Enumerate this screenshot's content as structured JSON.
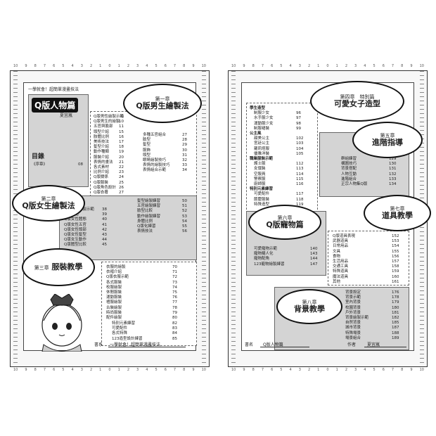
{
  "left_page": {
    "header": "一學就會！超簡單漫畫技法",
    "logo": "Q版人物篇",
    "logo_author": "夏宜嵐",
    "toc_label": "目錄",
    "preface": "《序章》",
    "preface_page": "08",
    "ch1_label": "第一章",
    "ch1_title": "Q版男生繪製法",
    "ch1_items": [
      "Q版男性繪製示範",
      "Q版男生的繪製",
      "五官與臉部",
      "頭型介紹",
      "肢體比例",
      "美術技法",
      "髮型介紹",
      "動作種類",
      "服裝介紹",
      "表情的畫法",
      "各式素材",
      "比例介紹",
      "Q版關係",
      "Q版服裝",
      "Q版角色設計",
      "Q版衣著"
    ],
    "ch1_pages": [
      "9",
      "10",
      "11",
      "15",
      "16",
      "17",
      "18",
      "19",
      "20",
      "21",
      "22",
      "23",
      "24",
      "25",
      "26",
      "27"
    ],
    "ch1_mid_items": [
      "多種五官組合",
      "臉型",
      "髮型",
      "服飾",
      "頭型",
      "眼睛繪製技巧",
      "表情的繪製技巧",
      "表情組合示範"
    ],
    "ch1_mid_pages": [
      "27",
      "28",
      "29",
      "30",
      "31",
      "32",
      "33",
      "34"
    ],
    "ch2_label": "第二章",
    "ch2_title": "Q版女生繪製法",
    "ch2_items": [
      "Q版女性繪製示範",
      "Q版介紹",
      "Q版女性體態",
      "Q版女性五官",
      "Q版女性頭部",
      "Q版女性髮型",
      "Q版女生動作",
      "Q版體型比較"
    ],
    "ch2_pages": [
      "38",
      "39",
      "40",
      "41",
      "42",
      "43",
      "44",
      "45"
    ],
    "ch2_right_items": [
      "髮型繪製練習",
      "五官繪製練習",
      "臉型比較",
      "動作繪製練習",
      "身體比例",
      "Q版化練習",
      "表情技法"
    ],
    "ch2_right_pages": [
      "50",
      "51",
      "52",
      "53",
      "54",
      "55",
      "56"
    ],
    "ch3_label": "第三章",
    "ch3_title": "服裝教學",
    "ch3_items": [
      "衣服的繪製",
      "衣褶介紹",
      "Q版衣服示範",
      "各式服裝",
      "校服繪製",
      "休閒服裝",
      "運動服裝",
      "禮服繪製",
      "古裝繪製",
      "時尚服裝",
      "配件繪製"
    ],
    "ch3_pages": [
      "70",
      "71",
      "72",
      "73",
      "74",
      "75",
      "76",
      "77",
      "78",
      "79",
      "80"
    ],
    "ch3_sub": [
      "特別元素練習",
      "可愛配件",
      "各式特殊",
      "123造型設計練習"
    ],
    "ch3_sub_pages": [
      "82",
      "83",
      "84",
      "85"
    ],
    "footer_label": "書系",
    "footer_value": "一學就會！超簡單漫畫技法"
  },
  "right_page": {
    "ch4_label": "第四章　特別篇",
    "ch4_title": "可愛女子造型",
    "ch4_sections": [
      {
        "head": "學生造型",
        "items": [
          "制服少女",
          "水手服少女",
          "運動服少女",
          "制服裙裝"
        ],
        "pages": [
          "96",
          "97",
          "98",
          "99"
        ]
      },
      {
        "head": "公主風",
        "items": [
          "甜美公主",
          "宮廷公主",
          "蘿莉塔服",
          "優雅洋裝"
        ],
        "pages": [
          "102",
          "103",
          "104",
          "105"
        ]
      },
      {
        "head": "職業服裝示範",
        "items": [
          "護士服",
          "女僕裝",
          "空服員",
          "警察服",
          "廚師服"
        ],
        "pages": [
          "112",
          "113",
          "114",
          "115",
          "116"
        ]
      },
      {
        "head": "特別元素練習",
        "items": [
          "可愛配件",
          "節慶服裝",
          "特殊造型"
        ],
        "pages": [
          "117",
          "118",
          "119"
        ]
      }
    ],
    "ch5_label": "第五章",
    "ch5_title": "進階指導",
    "ch5_items": [
      "群組練習",
      "構圖技巧",
      "背景搭配",
      "人物互動",
      "進階組合",
      "正宗人物集Q版"
    ],
    "ch5_pages": [
      "129",
      "130",
      "131",
      "132",
      "133",
      "134"
    ],
    "ch6_label": "第六章",
    "ch6_title": "Q版寵物篇",
    "ch6_items": [
      "可愛寵物示範",
      "寵物擬人化",
      "寵物配角",
      "123寵物繪製練習"
    ],
    "ch6_pages": [
      "140",
      "143",
      "144",
      "147"
    ],
    "ch7_label": "第七章",
    "ch7_title": "道具教學",
    "ch7_items": [
      "Q版道具表現",
      "武器道具",
      "日常用品",
      "文具",
      "食物",
      "生活用品",
      "交通工具",
      "特殊道具",
      "魔法道具",
      "其他"
    ],
    "ch7_pages": [
      "152",
      "153",
      "154",
      "155",
      "156",
      "157",
      "158",
      "159",
      "160",
      "161"
    ],
    "ch8_label": "第八章",
    "ch8_title": "背景教學",
    "ch8_items": [
      "背景設定",
      "背景示範",
      "室內背景",
      "校園背景",
      "戶外背景",
      "背景繪製示範",
      "自然背景",
      "城市背景",
      "特殊場景",
      "場景組合"
    ],
    "ch8_pages": [
      "176",
      "178",
      "179",
      "180",
      "181",
      "182",
      "185",
      "187",
      "188",
      "189"
    ],
    "footer_book": "書名",
    "footer_book_value": "Q版人物篇",
    "footer_author": "作者",
    "footer_author_value": "夏宜嵐"
  },
  "ruler_numbers": [
    "10",
    "9",
    "8",
    "7",
    "6",
    "5",
    "4",
    "3",
    "2",
    "1",
    "0",
    "1",
    "2",
    "3",
    "4",
    "5",
    "6",
    "7",
    "8",
    "9",
    "10"
  ]
}
